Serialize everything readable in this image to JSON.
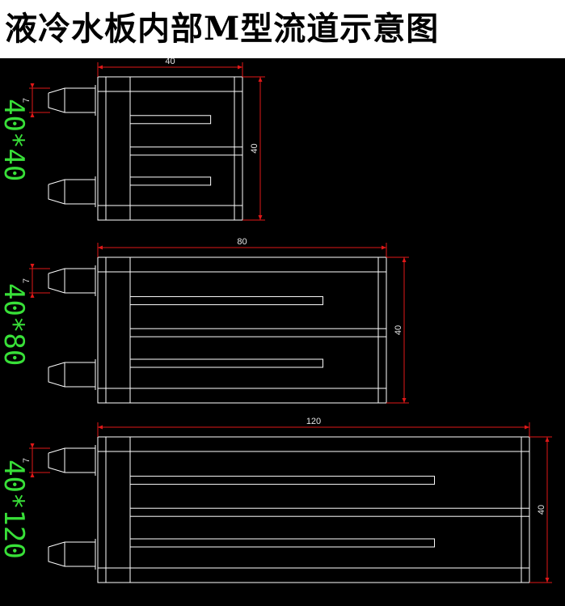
{
  "title": "液冷水板内部M型流道示意图",
  "colors": {
    "background": "#000000",
    "title_bg": "#ffffff",
    "drawing_lines": "#ffffff",
    "dimension_lines": "#e01818",
    "label_green": "#38e038"
  },
  "plates": [
    {
      "label": "40*40",
      "width_dim": "40",
      "height_dim": "40",
      "port_dim": "7"
    },
    {
      "label": "40*80",
      "width_dim": "80",
      "height_dim": "40",
      "port_dim": "7"
    },
    {
      "label": "40*120",
      "width_dim": "120",
      "height_dim": "40",
      "port_dim": "7"
    }
  ]
}
